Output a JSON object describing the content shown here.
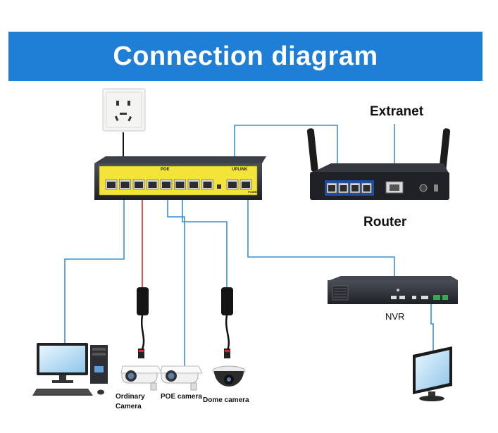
{
  "header": {
    "title": "Connection diagram"
  },
  "labels": {
    "extranet": "Extranet",
    "router": "Router",
    "nvr": "NVR",
    "ordinary_camera_line1": "Ordinary",
    "ordinary_camera_line2": "Camera",
    "poe_camera": "POE camera",
    "dome_camera": "Dome camera"
  },
  "switch": {
    "poe_label": "POE",
    "uplink_label": "UPLINK",
    "power_label": "POWER",
    "poe_port_count": 8,
    "uplink_port_count": 2
  },
  "router": {
    "lan_port_count": 4
  },
  "colors": {
    "banner": "#1f7fd6",
    "cable_blue": "#3a8fd0",
    "cable_red": "#e0262b",
    "switch_panel": "#f3e33a",
    "device_body": "#2b2e35"
  },
  "icons": [
    "wall-socket-icon",
    "desktop-pc-icon",
    "poe-splitter-icon",
    "bullet-camera-icon",
    "dome-camera-icon",
    "monitor-icon"
  ]
}
